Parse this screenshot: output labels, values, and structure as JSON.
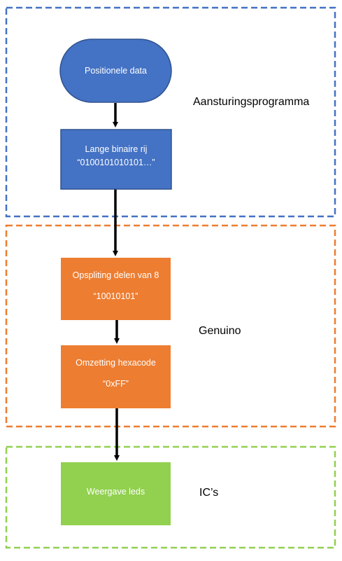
{
  "colors": {
    "blue_fill": "#4472C4",
    "blue_stroke": "#2F528F",
    "blue_dash": "#4472C4",
    "orange_fill": "#ED7D31",
    "orange_dash": "#ED7D31",
    "green_fill": "#92D050",
    "green_dash": "#92D050",
    "arrow": "#000000"
  },
  "groups": {
    "program": {
      "label": "Aansturingsprogramma"
    },
    "genuino": {
      "label": "Genuino"
    },
    "ics": {
      "label": "IC’s"
    }
  },
  "nodes": {
    "positional_data": {
      "line1": "Positionele data"
    },
    "binary_row": {
      "line1": "Lange binaire rij",
      "line2": "“0100101010101…”"
    },
    "split": {
      "line1": "Opspliting delen van 8",
      "line2": "“10010101”"
    },
    "hex": {
      "line1": "Omzetting hexacode",
      "line2": "“0xFF”"
    },
    "leds": {
      "line1": "Weergave leds"
    }
  }
}
